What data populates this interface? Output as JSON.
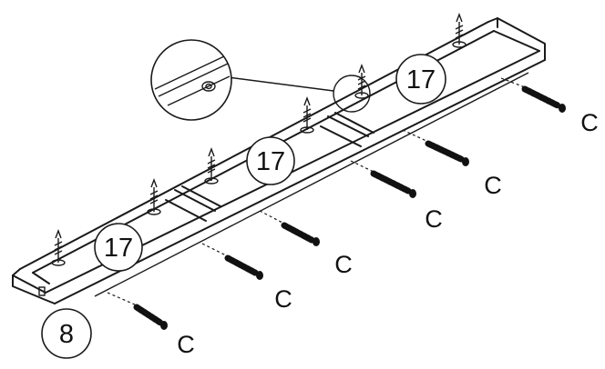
{
  "diagram": {
    "part_labels": {
      "callout_17_a": "17",
      "callout_17_b": "17",
      "callout_17_c": "17",
      "callout_8": "8"
    },
    "bolt_labels": [
      "C",
      "C",
      "C",
      "C",
      "C",
      "C"
    ],
    "colors": {
      "line": "#1a1a1a",
      "background": "#ffffff"
    }
  }
}
